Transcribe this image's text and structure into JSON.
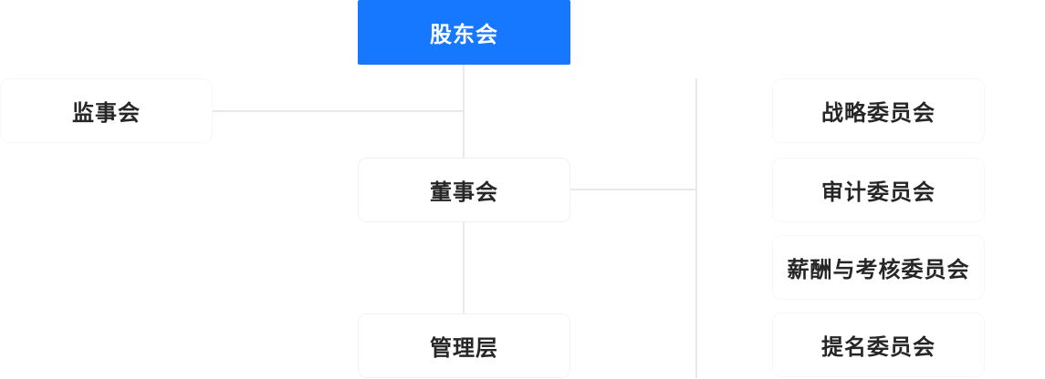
{
  "org_chart": {
    "type": "org-diagram",
    "nodes": {
      "shareholders_meeting": "股东会",
      "supervisory_board": "监事会",
      "board_of_directors": "董事会",
      "management": "管理层",
      "committees": [
        "战略委员会",
        "审计委员会",
        "薪酬与考核委员会",
        "提名委员会"
      ]
    },
    "colors": {
      "primary_node_bg": "#1677ff",
      "primary_node_text": "#ffffff",
      "node_text": "#262626",
      "connector_line": "#e9e9e9",
      "node_border": "#f2f2f2",
      "background": "#ffffff"
    }
  }
}
